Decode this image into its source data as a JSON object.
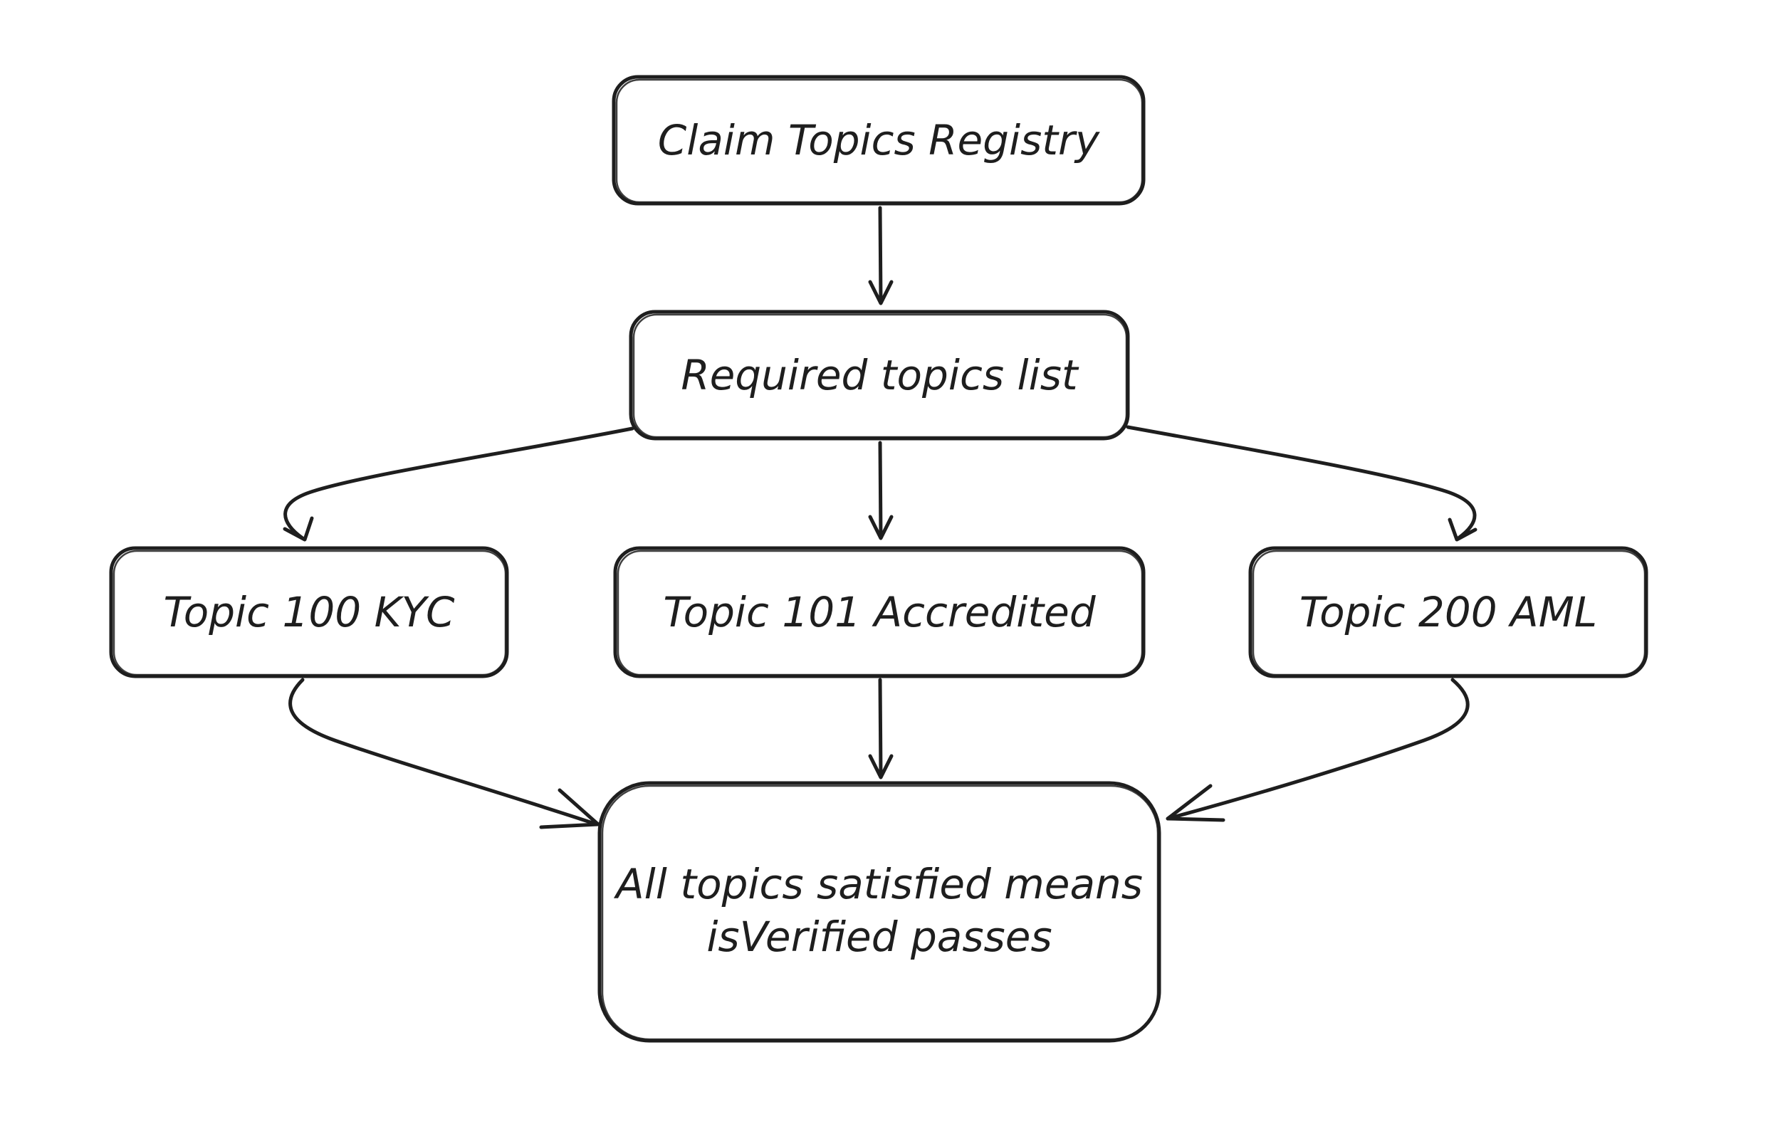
{
  "colors": {
    "stroke": "#1e1e1e",
    "background": "#ffffff"
  },
  "nodes": {
    "registry": {
      "label": "Claim Topics Registry"
    },
    "required": {
      "label": "Required topics list"
    },
    "topic100": {
      "label": "Topic 100 KYC"
    },
    "topic101": {
      "label": "Topic 101 Accredited"
    },
    "topic200": {
      "label": "Topic 200 AML"
    },
    "result": {
      "line1": "All topics satisfied means",
      "line2": "isVerified passes"
    }
  }
}
